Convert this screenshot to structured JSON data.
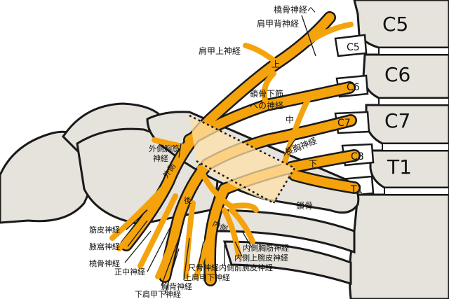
{
  "colors": {
    "nerve": "#f5a30c",
    "nerve_dark": "#e0900a",
    "bone": "#e6e2dc",
    "clavicle_overlay": "#fde0a8",
    "outline": "#1a1a1a"
  },
  "vertebrae": {
    "c5": "C5",
    "c6": "C6",
    "c7": "C7",
    "t1": "T1"
  },
  "roots": {
    "c5": "C5",
    "c6": "C6",
    "c7": "C7",
    "c8": "C8",
    "t1": "T1"
  },
  "trunks": {
    "upper": "上",
    "middle": "中",
    "lower": "下"
  },
  "cords": {
    "lateral": "外側",
    "posterior": "後",
    "medial": "内側"
  },
  "nerves": {
    "radial_branch": "橈骨神経へ",
    "dorsal_scapular": "肩甲背神経",
    "suprascapular": "肩甲上神経",
    "subclavius_line1": "鎖骨下筋",
    "subclavius_line2": "への神経",
    "long_thoracic": "長胸神経",
    "lateral_pectoral_line1": "外側胸筋",
    "lateral_pectoral_line2": "神経",
    "clavicle": "鎖骨",
    "musculocutaneous": "筋皮神経",
    "axillary": "腋窩神経",
    "radial": "橈骨神経",
    "median": "正中神経",
    "ulnar": "尺骨神経",
    "thoracodorsal": "胸背神経",
    "upper_subscapular": "上肩甲下神経",
    "lower_subscapular": "下肩甲下神経",
    "medial_pectoral": "内側胸筋神経",
    "medial_brachial_cutaneous": "内側上腕皮神経",
    "medial_antebrachial_cutaneous": "内側前腕皮神経"
  }
}
